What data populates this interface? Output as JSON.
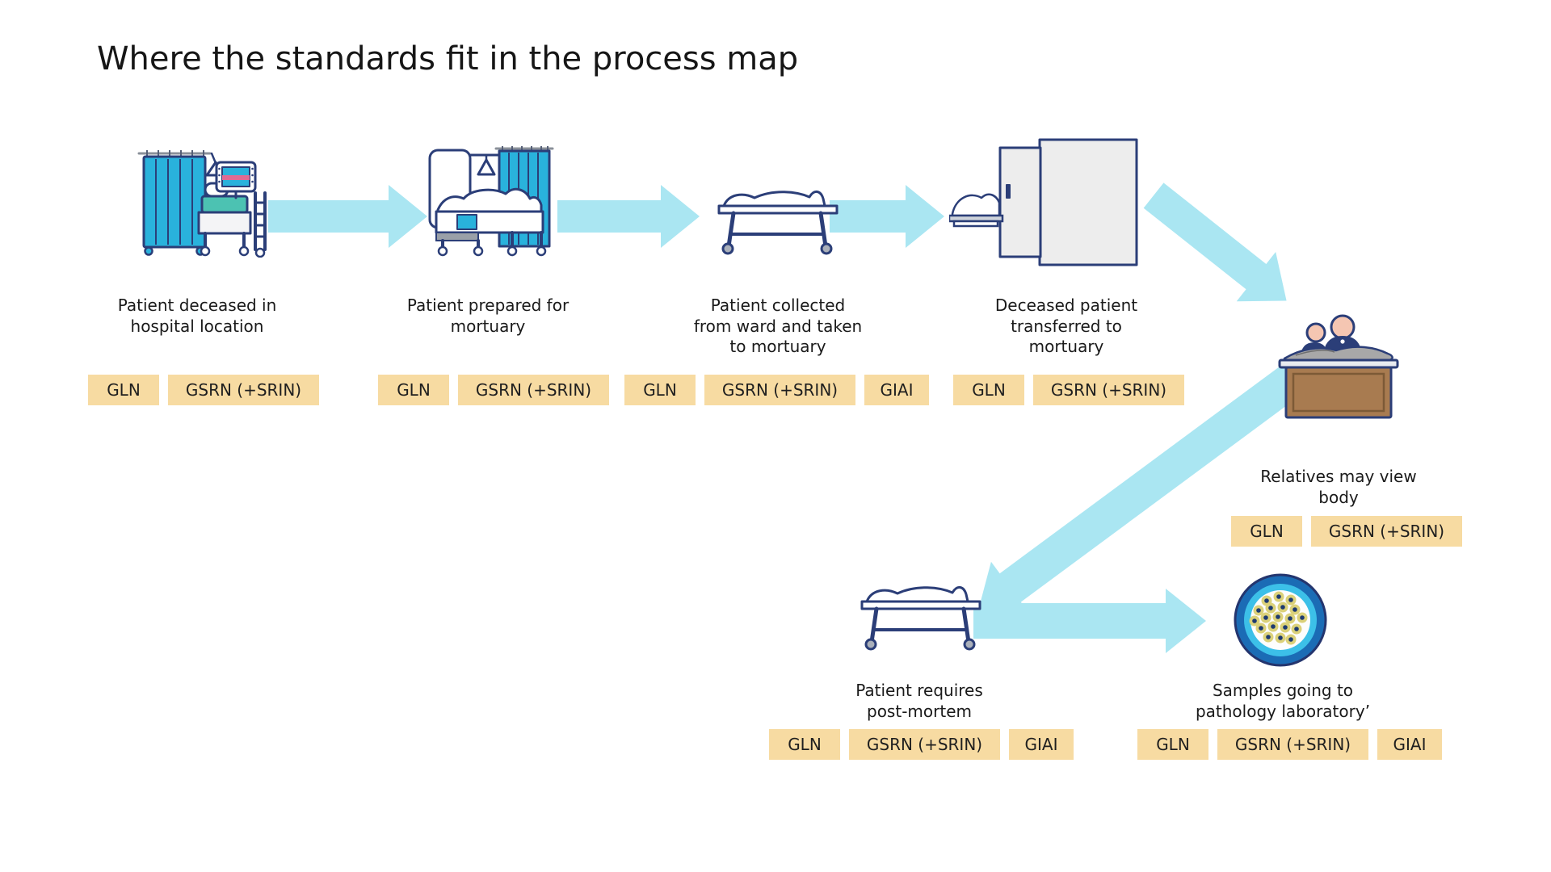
{
  "title": "Where the standards fit in the process map",
  "colors": {
    "navy": "#2b3e78",
    "curtain": "#29b2dc",
    "teal": "#4cc2b2",
    "arrow": "#aae6f2",
    "badge_bg": "#f7dba2",
    "skin": "#f5c6b2",
    "brown": "#a87b50",
    "petri_outer": "#1b6cb5",
    "petri_inner": "#3cc0e8",
    "cell": "#dbd17a",
    "gray_fill": "#ededed"
  },
  "steps": [
    {
      "label": "Patient deceased in\nhospital location",
      "icon": "hospital-bed-with-curtain",
      "tags": [
        "GLN",
        "GSRN (+SRIN)"
      ]
    },
    {
      "label": "Patient prepared for\nmortuary",
      "icon": "bed-with-covered-body",
      "tags": [
        "GLN",
        "GSRN (+SRIN)"
      ]
    },
    {
      "label": "Patient collected\nfrom ward and taken\nto mortuary",
      "icon": "mortuary-trolley",
      "tags": [
        "GLN",
        "GSRN (+SRIN)",
        "GIAI"
      ]
    },
    {
      "label": "Deceased patient\ntransferred to\nmortuary",
      "icon": "mortuary-fridge",
      "tags": [
        "GLN",
        "GSRN (+SRIN)"
      ]
    },
    {
      "label": "Relatives may view\nbody",
      "icon": "casket-viewing",
      "tags": [
        "GLN",
        "GSRN (+SRIN)"
      ]
    },
    {
      "label": "Patient requires\npost-mortem",
      "icon": "mortuary-trolley",
      "tags": [
        "GLN",
        "GSRN (+SRIN)",
        "GIAI"
      ]
    },
    {
      "label": "Samples going to\npathology laboratory’",
      "icon": "petri-dish",
      "tags": [
        "GLN",
        "GSRN (+SRIN)",
        "GIAI"
      ]
    }
  ]
}
